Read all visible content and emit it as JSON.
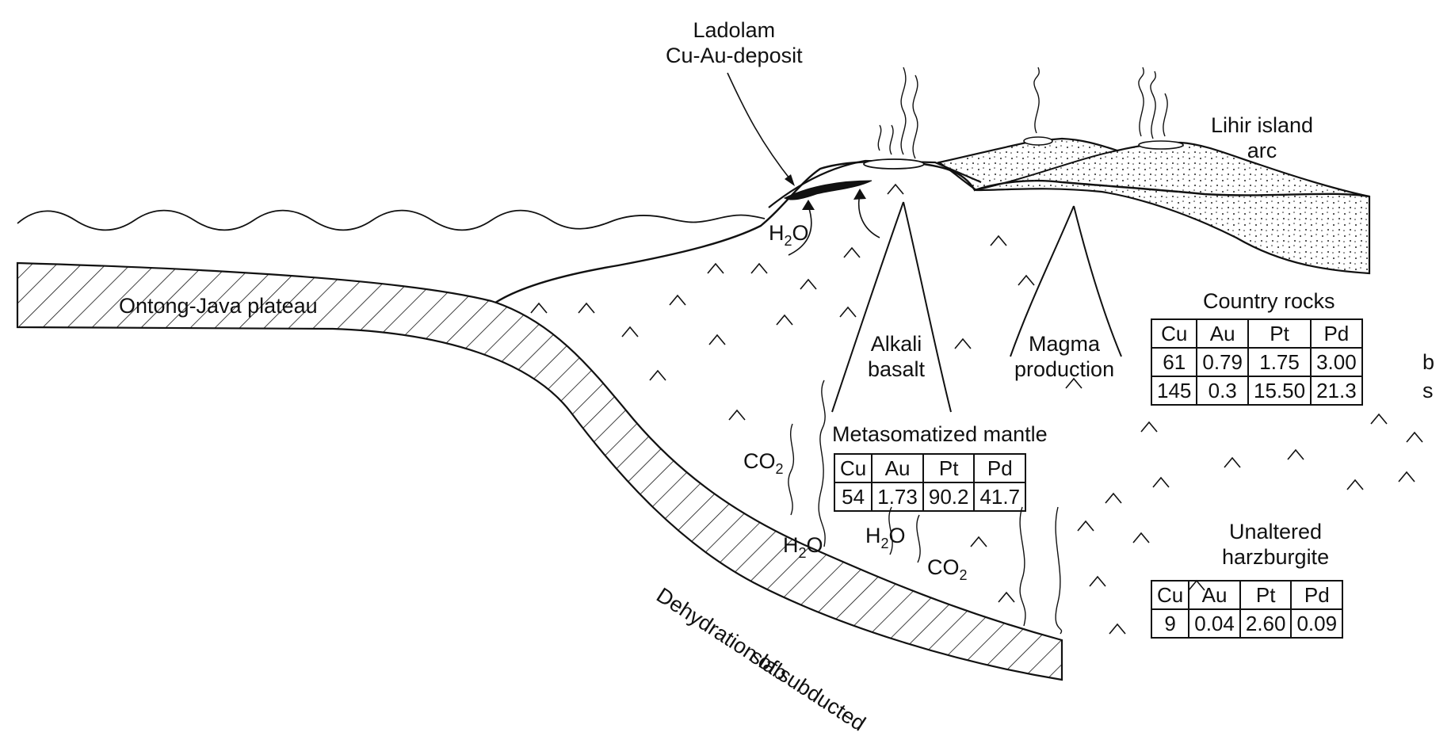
{
  "labels": {
    "ladolam": [
      "Ladolam",
      "Cu-Au-deposit"
    ],
    "lihir": [
      "Lihir island",
      "arc"
    ],
    "ontong": "Ontong-Java plateau",
    "alkali": [
      "Alkali",
      "basalt"
    ],
    "magma": [
      "Magma",
      "production"
    ],
    "country_rocks": "Country rocks",
    "metasomatized": "Metasomatized mantle",
    "unaltered": [
      "Unaltered",
      "harzburgite"
    ],
    "dehydration": [
      "Dehydration of subducted",
      "slab"
    ],
    "h2o": {
      "base": "H",
      "sub": "2",
      "tail": "O"
    },
    "co2": {
      "base": "CO",
      "sub": "2"
    }
  },
  "tables": {
    "country_rocks": {
      "headers": [
        "Cu",
        "Au",
        "Pt",
        "Pd"
      ],
      "rows": [
        [
          "61",
          "0.79",
          "1.75",
          "3.00"
        ],
        [
          "145",
          "0.3",
          "15.50",
          "21.3"
        ]
      ],
      "row_suffix": [
        "b",
        "s"
      ]
    },
    "metasomatized": {
      "headers": [
        "Cu",
        "Au",
        "Pt",
        "Pd"
      ],
      "rows": [
        [
          "54",
          "1.73",
          "90.2",
          "41.7"
        ]
      ]
    },
    "unaltered": {
      "headers": [
        "Cu",
        "Au",
        "Pt",
        "Pd"
      ],
      "rows": [
        [
          "9",
          "0.04",
          "2.60",
          "0.09"
        ]
      ]
    }
  }
}
